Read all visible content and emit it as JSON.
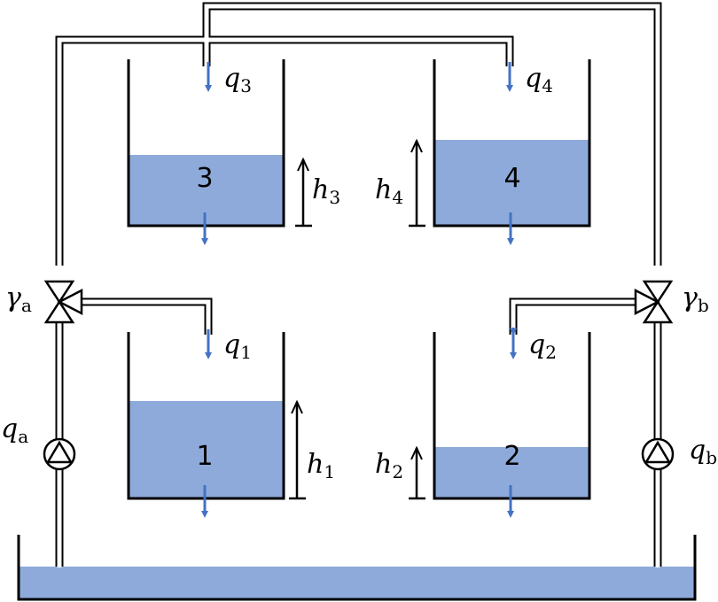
{
  "colors": {
    "water": "#8eaadb",
    "flow_arrow": "#4472c4",
    "line": "#000000",
    "background": "#ffffff"
  },
  "tanks": [
    {
      "id": "3",
      "label": "3",
      "level_label": "h",
      "level_sub": "3",
      "inflow_label": "q",
      "inflow_sub": "3"
    },
    {
      "id": "4",
      "label": "4",
      "level_label": "h",
      "level_sub": "4",
      "inflow_label": "q",
      "inflow_sub": "4"
    },
    {
      "id": "1",
      "label": "1",
      "level_label": "h",
      "level_sub": "1",
      "inflow_label": "q",
      "inflow_sub": "1"
    },
    {
      "id": "2",
      "label": "2",
      "level_label": "h",
      "level_sub": "2",
      "inflow_label": "q",
      "inflow_sub": "2"
    }
  ],
  "valves": [
    {
      "id": "a",
      "label": "γ",
      "sub": "a"
    },
    {
      "id": "b",
      "label": "γ",
      "sub": "b"
    }
  ],
  "pumps": [
    {
      "id": "a",
      "label": "q",
      "sub": "a"
    },
    {
      "id": "b",
      "label": "q",
      "sub": "b"
    }
  ],
  "icons": {
    "valve": "three-way-valve-icon",
    "pump": "pump-icon",
    "flow": "flow-arrow-icon",
    "level": "level-arrow-icon"
  }
}
